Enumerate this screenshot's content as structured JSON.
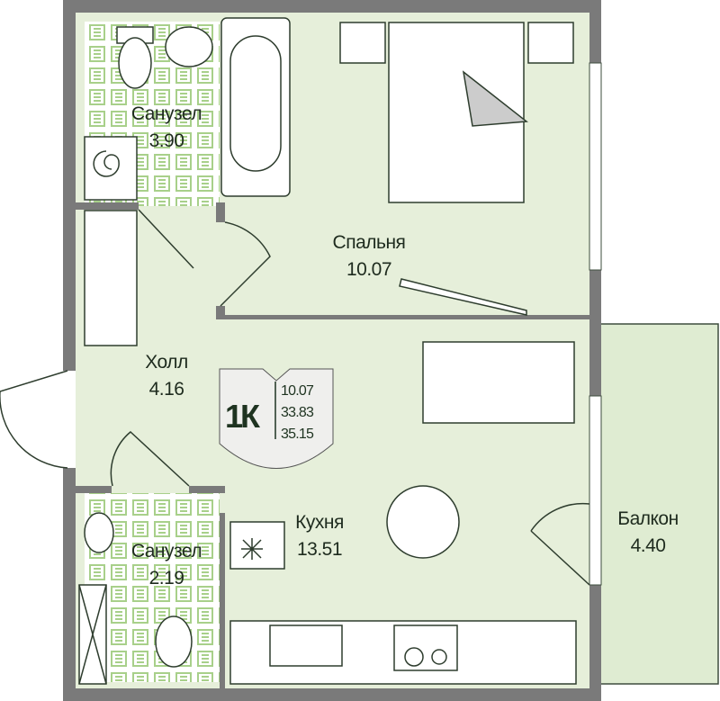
{
  "rooms": {
    "bathroom_1": {
      "name": "Санузел",
      "area": "3.90"
    },
    "bedroom": {
      "name": "Спальня",
      "area": "10.07"
    },
    "hall": {
      "name": "Холл",
      "area": "4.16"
    },
    "kitchen": {
      "name": "Кухня",
      "area": "13.51"
    },
    "bathroom_2": {
      "name": "Санузел",
      "area": "2.19"
    },
    "balcony": {
      "name": "Балкон",
      "area": "4.40"
    }
  },
  "badge": {
    "type": "1К",
    "living_area": "10.07",
    "total_area": "33.83",
    "total_with_balcony": "35.15"
  },
  "colors": {
    "wall": "#7a7a7a",
    "floor": "#e6efda",
    "balcony": "#dfecd2",
    "tile": "#a8d08a",
    "text": "#1e2b1e",
    "badge": "#efefed"
  }
}
